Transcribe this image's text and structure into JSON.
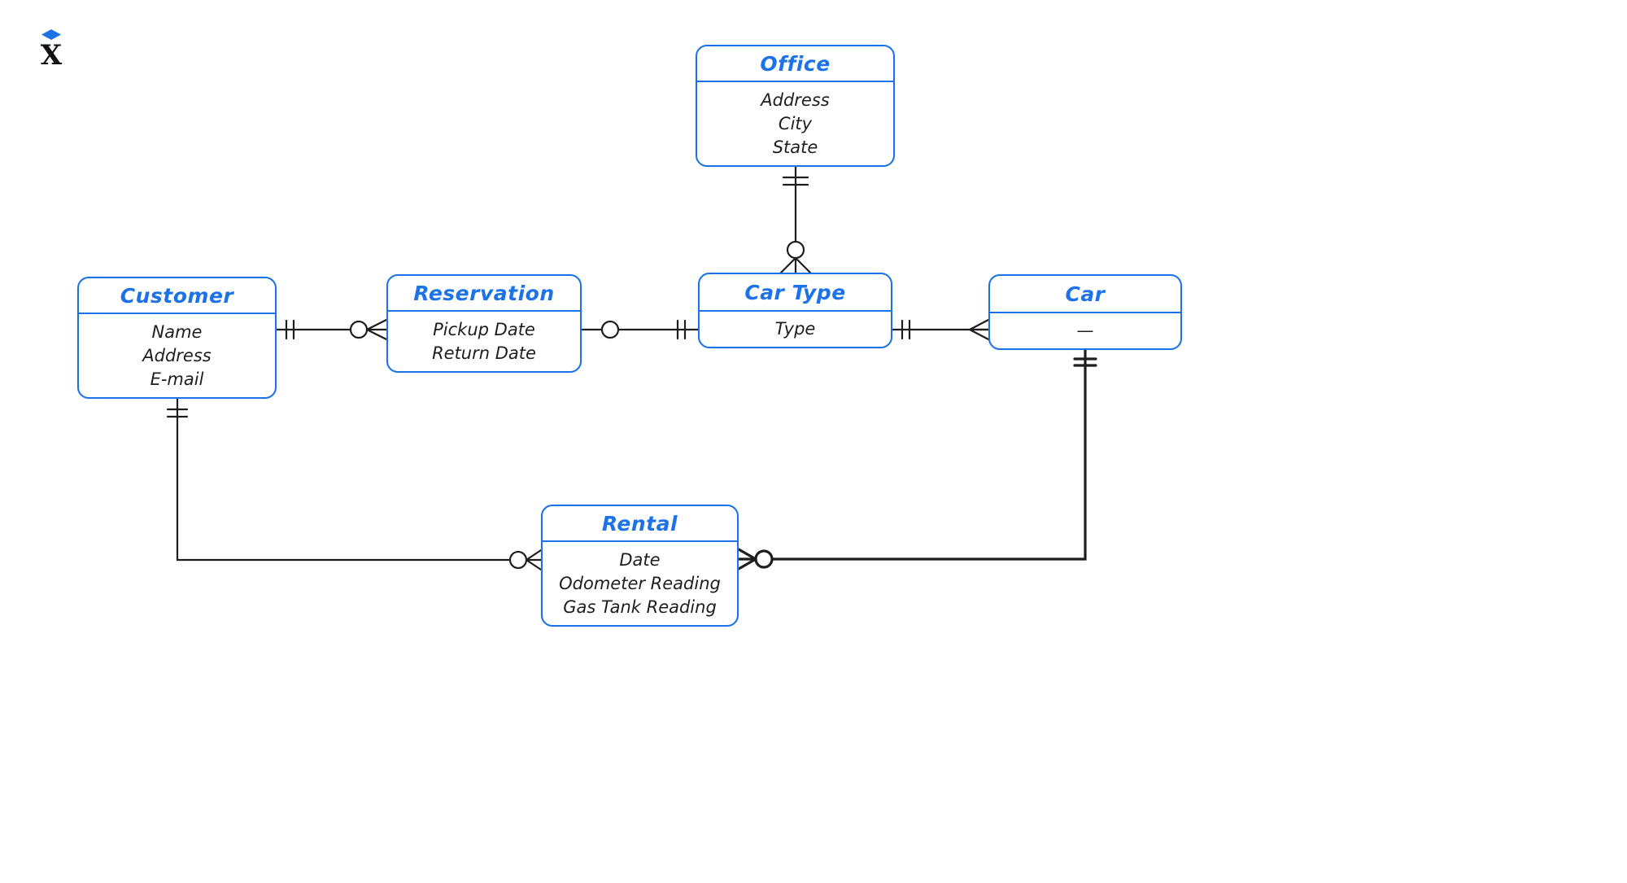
{
  "logo": {
    "letter": "X"
  },
  "colors": {
    "accent": "#1d72e8",
    "text": "#1e1e1e",
    "background": "#ffffff",
    "wire": "#1e1e1e"
  },
  "entities": [
    {
      "id": "office",
      "title": "Office",
      "attributes": [
        "Address",
        "City",
        "State"
      ]
    },
    {
      "id": "customer",
      "title": "Customer",
      "attributes": [
        "Name",
        "Address",
        "E-mail"
      ]
    },
    {
      "id": "reservation",
      "title": "Reservation",
      "attributes": [
        "Pickup Date",
        "Return Date"
      ]
    },
    {
      "id": "car_type",
      "title": "Car Type",
      "attributes": [
        "Type"
      ]
    },
    {
      "id": "car",
      "title": "Car",
      "attributes": [
        "—"
      ]
    },
    {
      "id": "rental",
      "title": "Rental",
      "attributes": [
        "Date",
        "Odometer Reading",
        "Gas Tank Reading"
      ]
    }
  ],
  "relationships": [
    {
      "from": "Office",
      "to": "Car Type",
      "from_marker": "exactly-one",
      "to_marker": "zero-or-many"
    },
    {
      "from": "Customer",
      "to": "Reservation",
      "from_marker": "exactly-one",
      "to_marker": "zero-or-many"
    },
    {
      "from": "Reservation",
      "to": "Car Type",
      "from_marker": "zero",
      "to_marker": "exactly-one"
    },
    {
      "from": "Car Type",
      "to": "Car",
      "from_marker": "exactly-one",
      "to_marker": "many"
    },
    {
      "from": "Customer",
      "to": "Rental",
      "from_marker": "exactly-one",
      "to_marker": "zero-or-many"
    },
    {
      "from": "Car",
      "to": "Rental",
      "from_marker": "exactly-one",
      "to_marker": "zero-or-many"
    }
  ]
}
